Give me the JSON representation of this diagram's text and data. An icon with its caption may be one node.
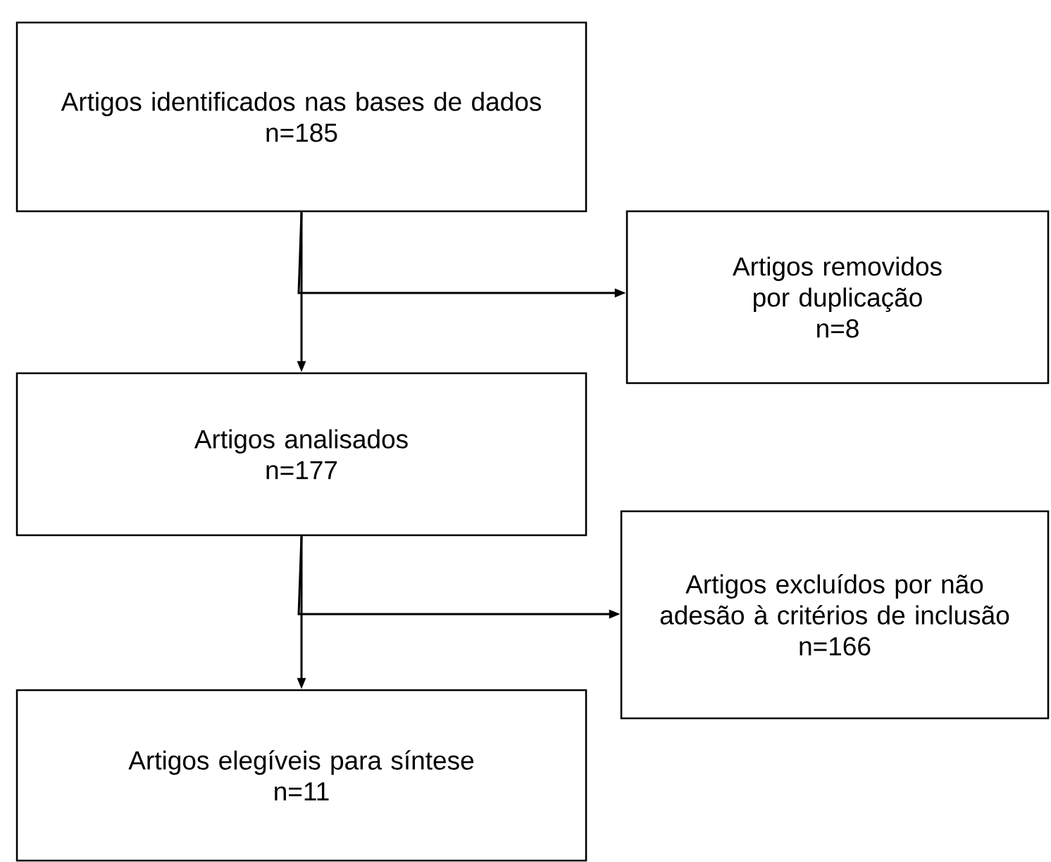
{
  "diagram": {
    "nodes": [
      {
        "text": [
          "Artigos identificados nas bases de dados",
          "n=185"
        ]
      },
      {
        "text": [
          "Artigos removidos por duplicação",
          "n=8"
        ]
      },
      {
        "text": [
          "Artigos analisados",
          "n=177"
        ]
      },
      {
        "text": [
          "Artigos excluídos por não adesão à critérios de inclusão",
          "n=166"
        ]
      },
      {
        "text": [
          "Artigos elegíveis para síntese",
          "n=11"
        ]
      }
    ],
    "edges": [
      {
        "from": 0,
        "to": 2,
        "arrow": "to"
      },
      {
        "from": 0,
        "to": 1,
        "arrow": "to"
      },
      {
        "from": 2,
        "to": 4,
        "arrow": "to"
      },
      {
        "from": 2,
        "to": 3,
        "arrow": "to"
      }
    ]
  }
}
